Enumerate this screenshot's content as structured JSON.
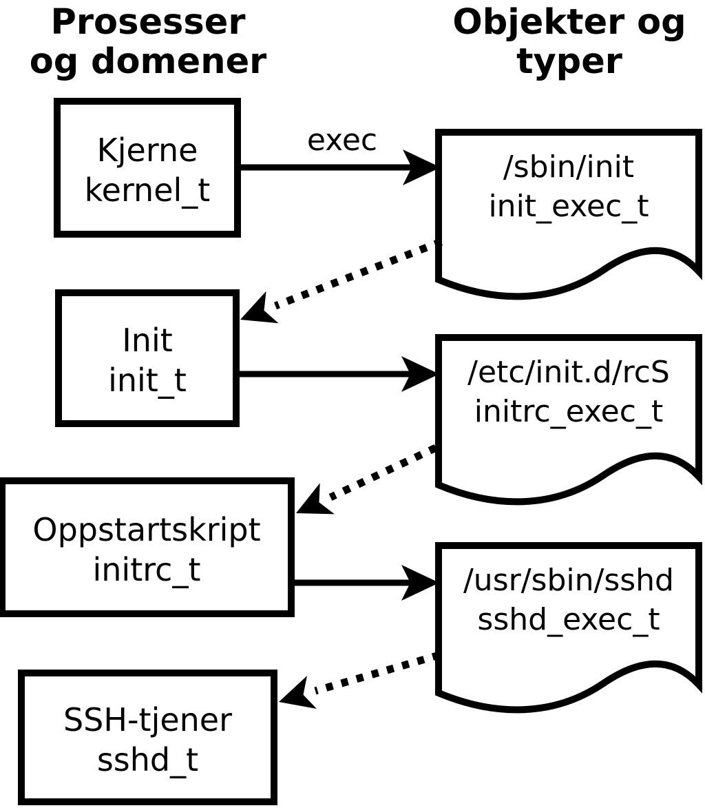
{
  "columns": {
    "processes": {
      "heading_line1": "Prosesser",
      "heading_line2": "og domener"
    },
    "objects": {
      "heading_line1": "Objekter og",
      "heading_line2": "typer"
    }
  },
  "processes": [
    {
      "name": "Kjerne",
      "type": "kernel_t"
    },
    {
      "name": "Init",
      "type": "init_t"
    },
    {
      "name": "Oppstartskript",
      "type": "initrc_t"
    },
    {
      "name": "SSH-tjener",
      "type": "sshd_t"
    }
  ],
  "objects": [
    {
      "path": "/sbin/init",
      "type": "init_exec_t"
    },
    {
      "path": "/etc/init.d/rcS",
      "type": "initrc_exec_t"
    },
    {
      "path": "/usr/sbin/sshd",
      "type": "sshd_exec_t"
    }
  ],
  "labels": {
    "exec": "exec"
  },
  "colors": {
    "foreground": "#000000",
    "background": "#ffffff"
  }
}
